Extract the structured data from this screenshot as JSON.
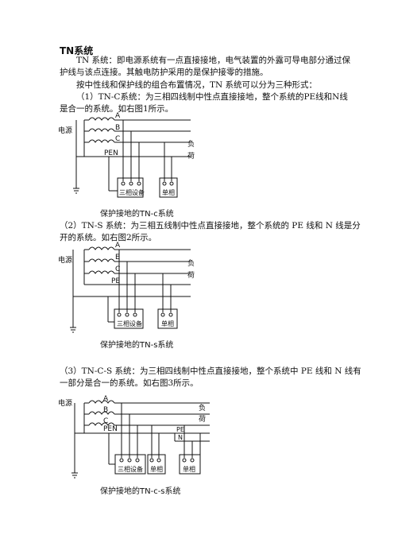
{
  "doc": {
    "title": "TN系统",
    "p1_line1": "TN 系统：即电源系统有一点直接接地，电气装置的外露可导电部分通过保",
    "p1_line2": "护线与该点连接。其触电防护采用的是保护接零的措施。",
    "p2": "按中性线和保护线的组合布置情况，TN 系统可以分为三种形式：",
    "p3_line1": "（1）TN-C系统：为三相四线制中性点直接接地，整个系统的PE线和N线",
    "p3_line2": "是合一的系统。如右图1所示。",
    "p4_line1": "（2）TN-S 系统：为三相五线制中性点直接接地，整个系统的 PE 线和 N 线是分",
    "p4_line2": "开的系统。如右图2所示。",
    "p5_line1": "（3）TN-C-S 系统：为三相四线制中性点直接接地，整个系统中 PE 线和 N 线有",
    "p5_line2": "一部分是合一的系统。如右图3所示。"
  },
  "diagram1": {
    "source": "电源",
    "lines": [
      "A",
      "B",
      "C",
      "PEN"
    ],
    "load_top": "负",
    "load_bottom": "荷",
    "box_three": "三相设备",
    "box_single": "单相",
    "caption": "保护接地的TN-c系统"
  },
  "diagram2": {
    "source": "电源",
    "lines": [
      "A",
      "E",
      "C",
      "PE"
    ],
    "load_top": "负",
    "load_bottom": "荷",
    "box_three": "三相设备",
    "box_single": "单相",
    "caption": "保护接地的TN-s系统"
  },
  "diagram3": {
    "source": "电源",
    "lines": [
      "A",
      "B",
      "C",
      "PEN"
    ],
    "extra_lines": [
      "PE",
      "N"
    ],
    "load_top": "负",
    "load_bottom": "荷",
    "box_three": "三相设备",
    "box_single1": "单相",
    "box_single2": "单相",
    "caption": "保护接地的TN-c-s系统"
  }
}
